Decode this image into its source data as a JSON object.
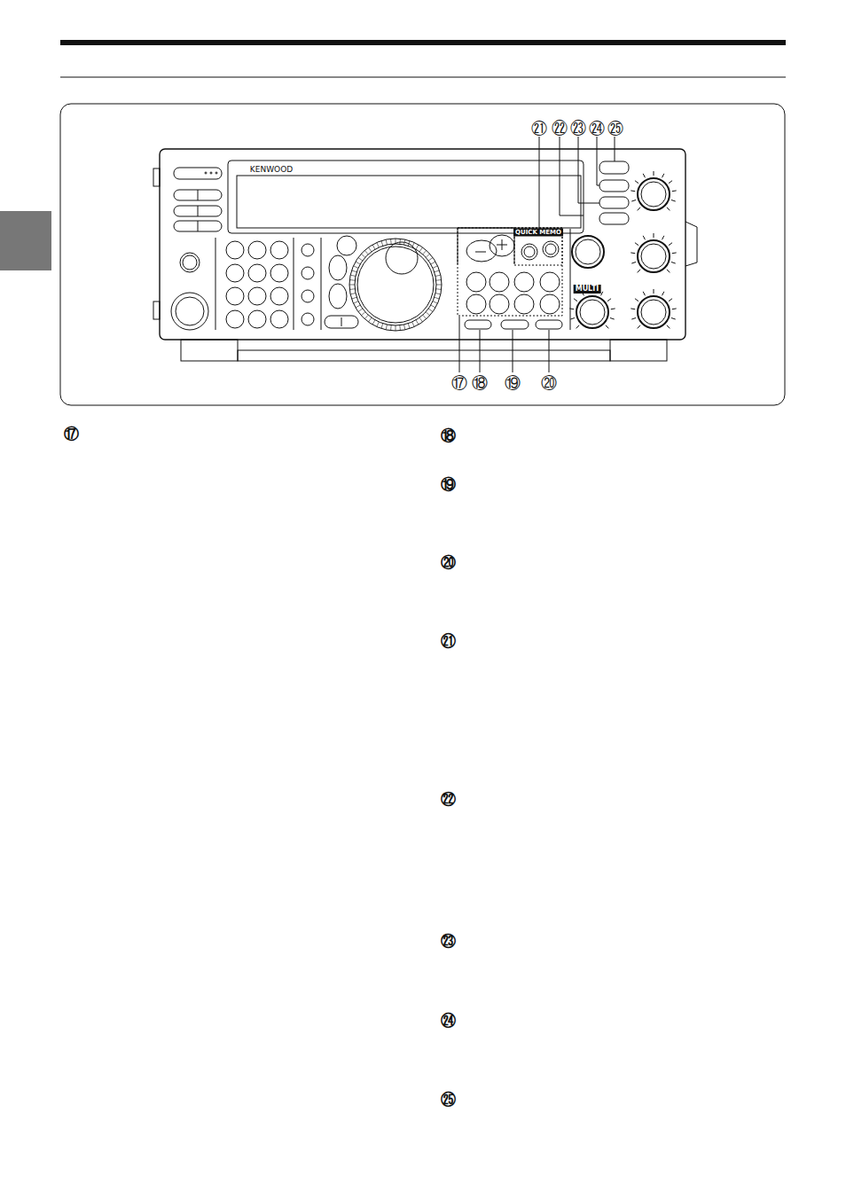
{
  "diagram": {
    "labels": [
      "㉑",
      "㉒",
      "㉓",
      "㉔",
      "㉕",
      "KENWOOD",
      "QUICK MEMO",
      "MULTI",
      "⑰",
      "⑱",
      "⑲",
      "⑳",
      "⑰",
      "⑱",
      "⑲",
      "⑳",
      "㉑",
      "㉒",
      "㉓",
      "㉔",
      "㉕"
    ]
  }
}
